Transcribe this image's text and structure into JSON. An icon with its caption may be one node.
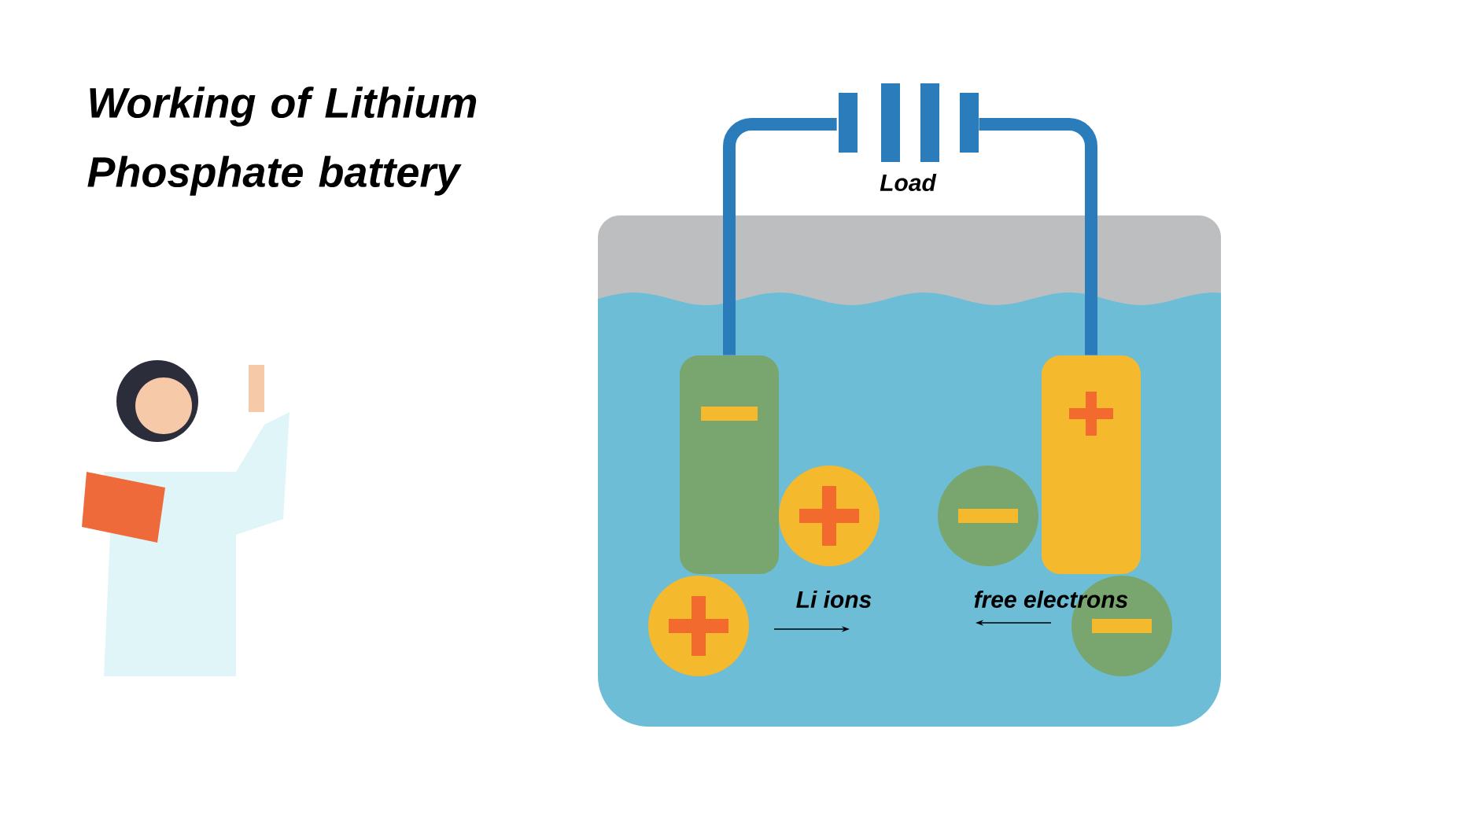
{
  "diagram": {
    "title": "Working of Lithium Phosphate battery",
    "nodes": [
      {
        "text": [
          "Load"
        ]
      },
      {
        "text": [],
        "shape": "bar"
      },
      {
        "text": [],
        "shape": "bar"
      }
    ],
    "edges": [
      {
        "from": 0,
        "to": 1,
        "arrow": "none"
      },
      {
        "from": 0,
        "to": 2,
        "arrow": "none"
      }
    ],
    "labels": [
      "Li ions",
      "free electrons"
    ]
  }
}
